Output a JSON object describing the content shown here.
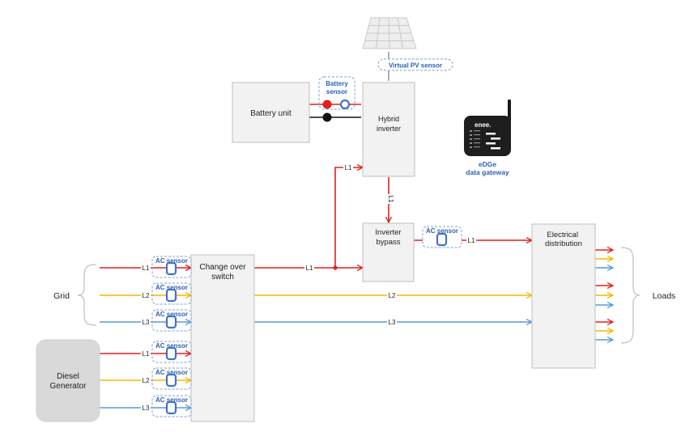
{
  "colors": {
    "red": "#e02020",
    "yellow": "#f5b800",
    "blue": "#5b9bd5",
    "black": "#111111",
    "sensor": "#2f5fb3",
    "box_fill": "#f2f2f2",
    "box_stroke": "#bfbfbf"
  },
  "blocks": {
    "battery_unit": "Battery unit",
    "hybrid_inverter": [
      "Hybrid",
      "inverter"
    ],
    "inverter_bypass": [
      "Inverter",
      "bypass"
    ],
    "change_over_switch": [
      "Change over",
      "switch"
    ],
    "electrical_distribution": "Electrical distribution",
    "diesel_generator": [
      "Diesel",
      "Generator"
    ]
  },
  "sensors": {
    "battery": [
      "Battery",
      "sensor"
    ],
    "virtual_pv": "Virtual PV sensor",
    "ac": "AC sensor"
  },
  "group_labels": {
    "grid": "Grid",
    "loads": "Loads"
  },
  "gateway": {
    "brand": "enee.",
    "name": "eDGe",
    "subtitle": "data gateway"
  },
  "line_labels": {
    "l1": "L1",
    "l2": "L2",
    "l3": "L3"
  }
}
